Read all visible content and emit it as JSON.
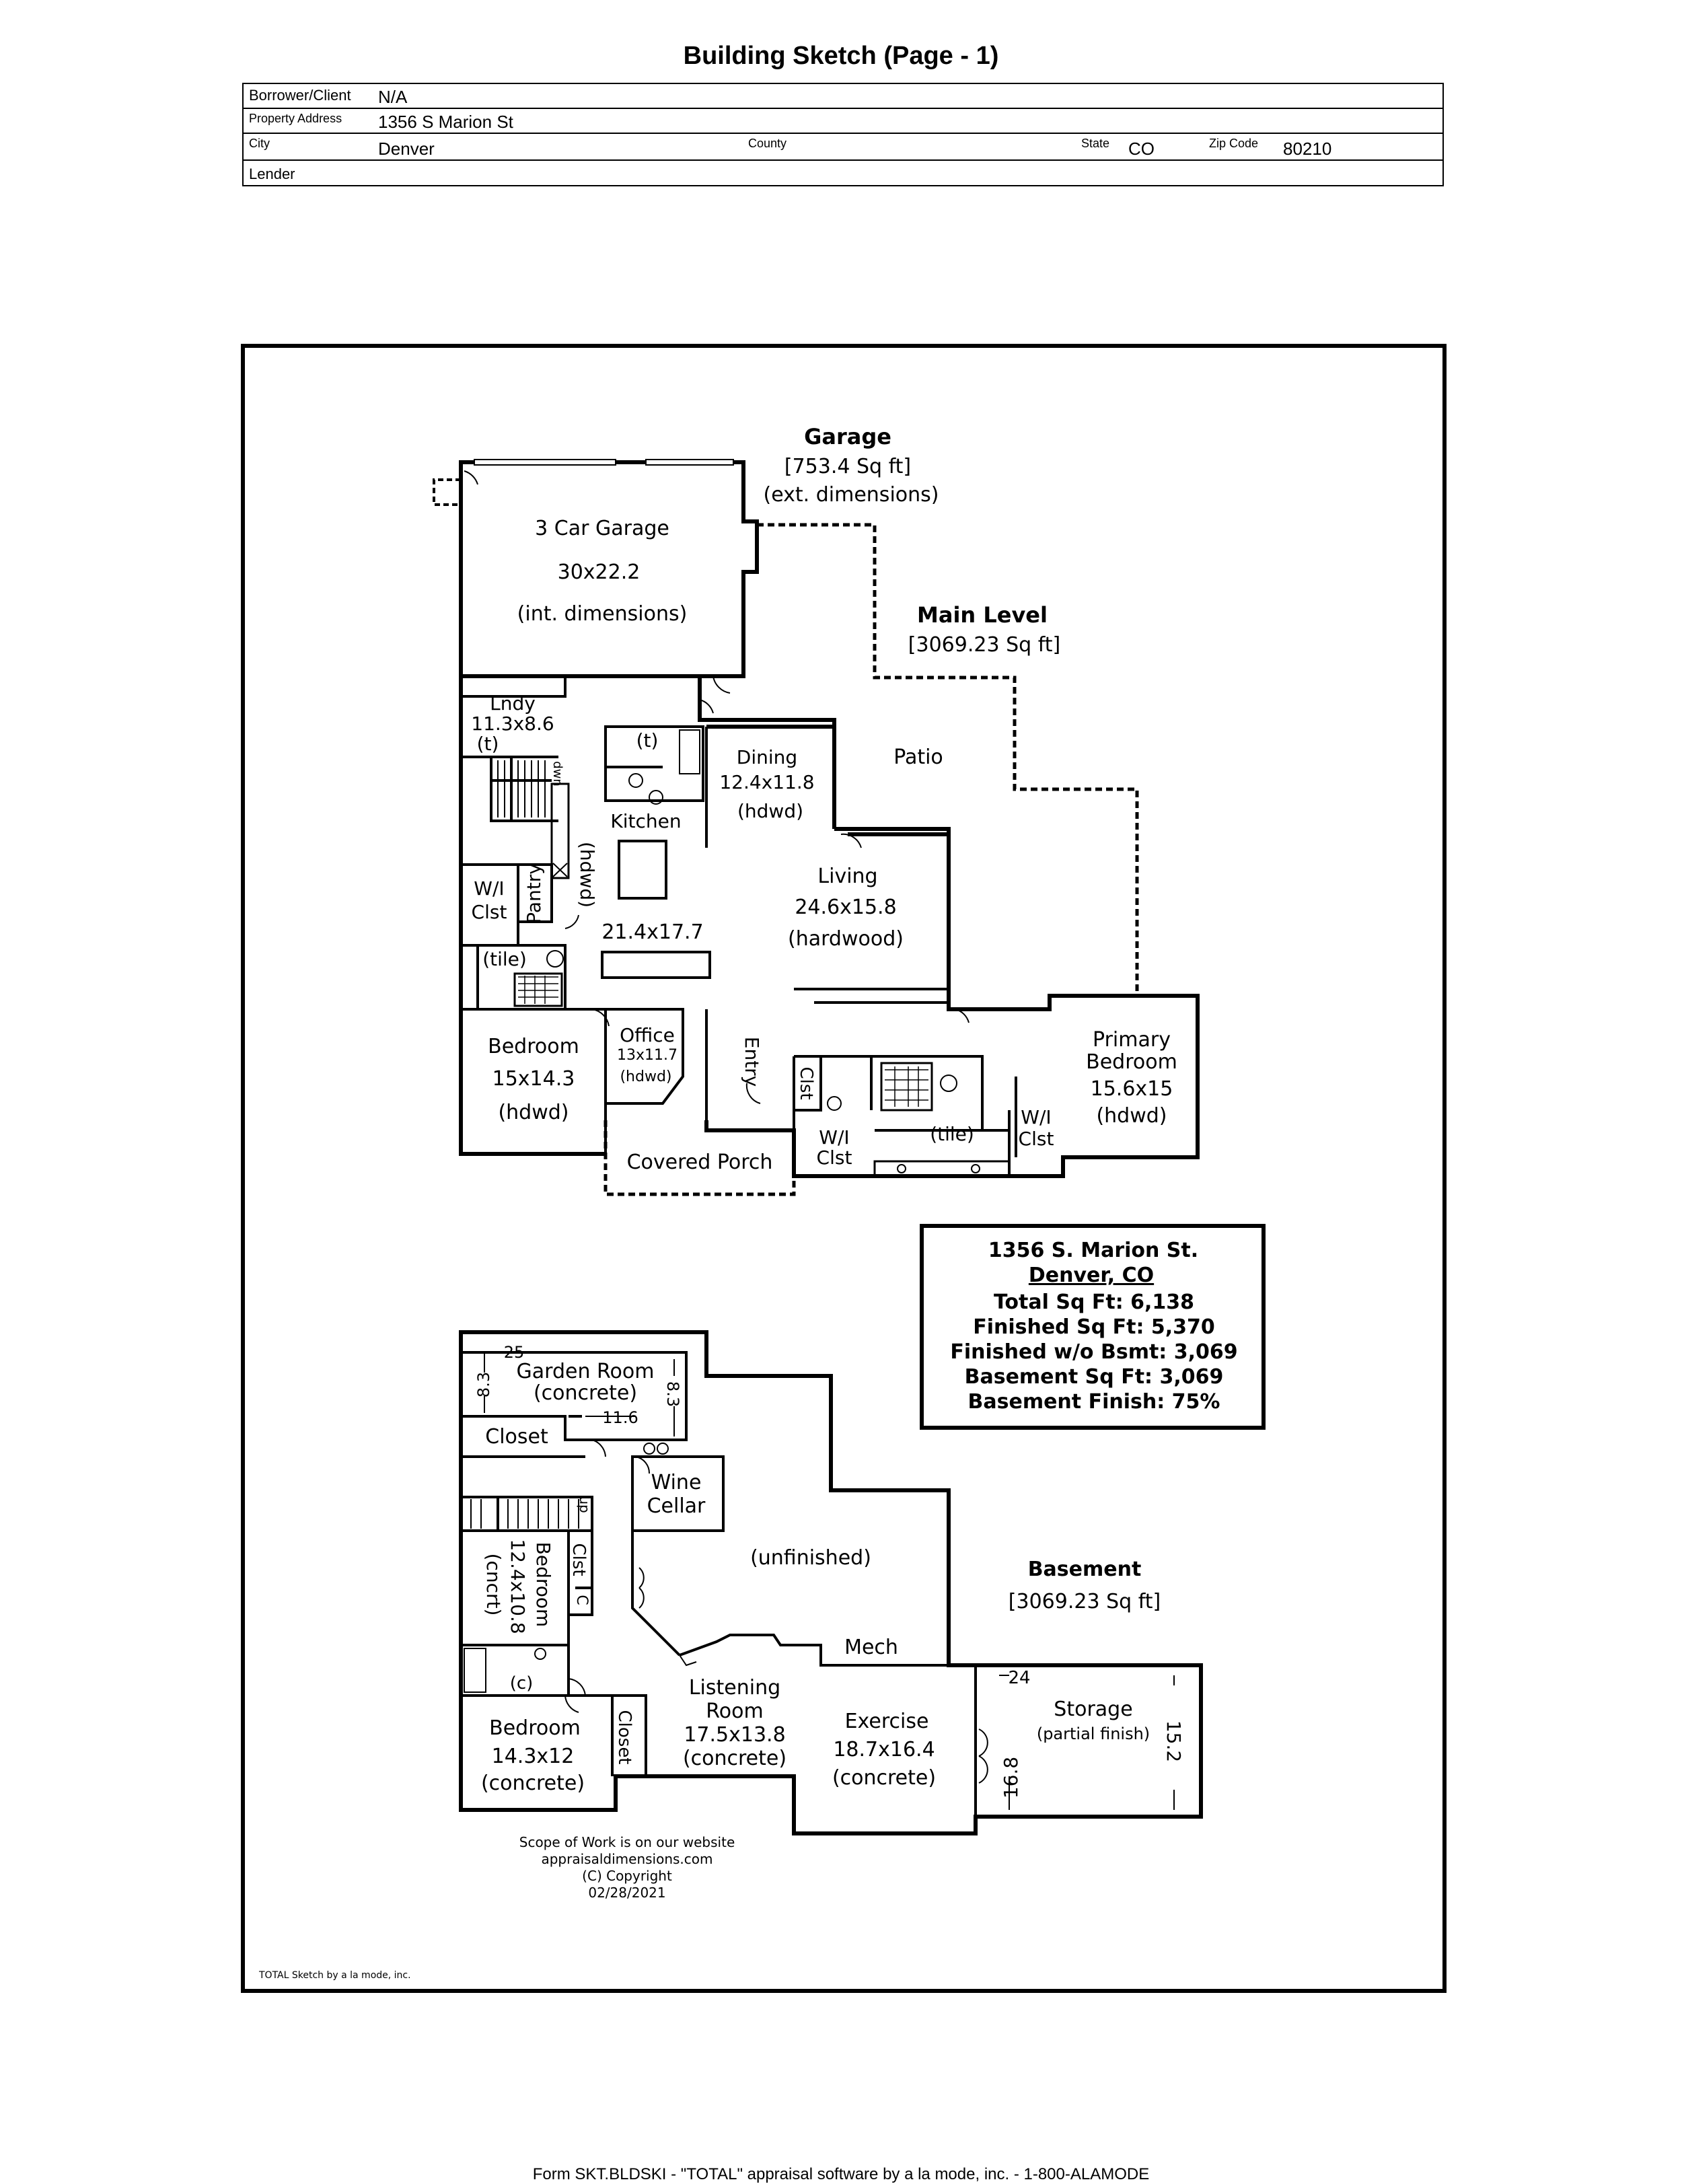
{
  "page": {
    "title": "Building Sketch (Page - 1)"
  },
  "header": {
    "borrower_label": "Borrower/Client",
    "borrower": "N/A",
    "address_label": "Property Address",
    "address": "1356 S Marion St",
    "city_label": "City",
    "city": "Denver",
    "county_label": "County",
    "county": "",
    "state_label": "State",
    "state": "CO",
    "zip_label": "Zip Code",
    "zip": "80210",
    "lender_label": "Lender",
    "lender": ""
  },
  "sketch": {
    "garage": {
      "title": "Garage",
      "area": "[753.4 Sq ft]",
      "note": "(ext. dimensions)"
    },
    "garage_room": {
      "name": "3 Car Garage",
      "dims": "30x22.2",
      "note": "(int. dimensions)"
    },
    "main_level": {
      "title": "Main Level",
      "area": "[3069.23 Sq ft]"
    },
    "basement_level": {
      "title": "Basement",
      "area": "[3069.23 Sq ft]"
    },
    "main_rooms": {
      "laundry": {
        "name": "Lndy",
        "dims": "11.3x8.6",
        "floor": "(t)"
      },
      "kitchen_t": "(t)",
      "dining": {
        "name": "Dining",
        "dims": "12.4x11.8",
        "floor": "(hdwd)"
      },
      "patio": "Patio",
      "kitchen": {
        "name": "Kitchen",
        "dims": "21.4x17.7",
        "floor": "(hdwd)"
      },
      "wi_clst": {
        "line1": "W/I",
        "line2": "Clst"
      },
      "pantry": "Pantry",
      "tile": "(tile)",
      "living": {
        "name": "Living",
        "dims": "24.6x15.8",
        "floor": "(hardwood)"
      },
      "bedroom": {
        "name": "Bedroom",
        "dims": "15x14.3",
        "floor": "(hdwd)"
      },
      "office": {
        "name": "Office",
        "dims": "13x11.7",
        "floor": "(hdwd)"
      },
      "entry": "Entry",
      "clst": "Clst",
      "primary_bed": {
        "line1": "Primary",
        "line2": "Bedroom",
        "dims": "15.6x15",
        "floor": "(hdwd)"
      },
      "wi_clst_2": {
        "line1": "W/I",
        "line2": "Clst"
      },
      "wi_clst_3": {
        "line1": "W/I",
        "line2": "Clst"
      },
      "master_tile": "(tile)",
      "covered_porch": "Covered Porch",
      "stair_label": "dwn"
    },
    "basement_rooms": {
      "garden": {
        "name": "Garden Room",
        "floor": "(concrete)"
      },
      "dim_25": "25",
      "dim_83a": "8.3",
      "dim_83b": "8.3",
      "dim_116": "11.6",
      "closet": "Closet",
      "wine": {
        "line1": "Wine",
        "line2": "Cellar"
      },
      "stair_label": "up",
      "unfinished": "(unfinished)",
      "clst": "Clst",
      "c_small": "C",
      "bedroom_v": {
        "name": "Bedroom",
        "dims": "12.4x10.8",
        "floor": "(cncrt)"
      },
      "c_label": "(c)",
      "bedroom2": {
        "name": "Bedroom",
        "dims": "14.3x12",
        "floor": "(concrete)"
      },
      "closet_v": "Closet",
      "listening": {
        "line1": "Listening",
        "line2": "Room",
        "dims": "17.5x13.8",
        "floor": "(concrete)"
      },
      "mech": "Mech",
      "exercise": {
        "name": "Exercise",
        "dims": "18.7x16.4",
        "floor": "(concrete)"
      },
      "storage": {
        "name": "Storage",
        "note": "(partial finish)"
      },
      "dim_24": "24",
      "dim_152": "15.2",
      "dim_168": "16.8"
    },
    "summary": {
      "line1": "1356 S. Marion St.",
      "line2": "Denver, CO",
      "line3": "Total Sq Ft: 6,138",
      "line4": "Finished Sq Ft: 5,370",
      "line5": "Finished w/o Bsmt: 3,069",
      "line6": "Basement Sq Ft: 3,069",
      "line7": "Basement Finish: 75%"
    },
    "credit": {
      "line1": "Scope of Work is on our website",
      "line2": "appraisaldimensions.com",
      "line3": "(C) Copyright",
      "line4": "02/28/2021"
    },
    "software_note": "TOTAL Sketch by a la mode, inc."
  },
  "footer": "Form SKT.BLDSKI - \"TOTAL\" appraisal software by a la mode, inc. - 1-800-ALAMODE"
}
